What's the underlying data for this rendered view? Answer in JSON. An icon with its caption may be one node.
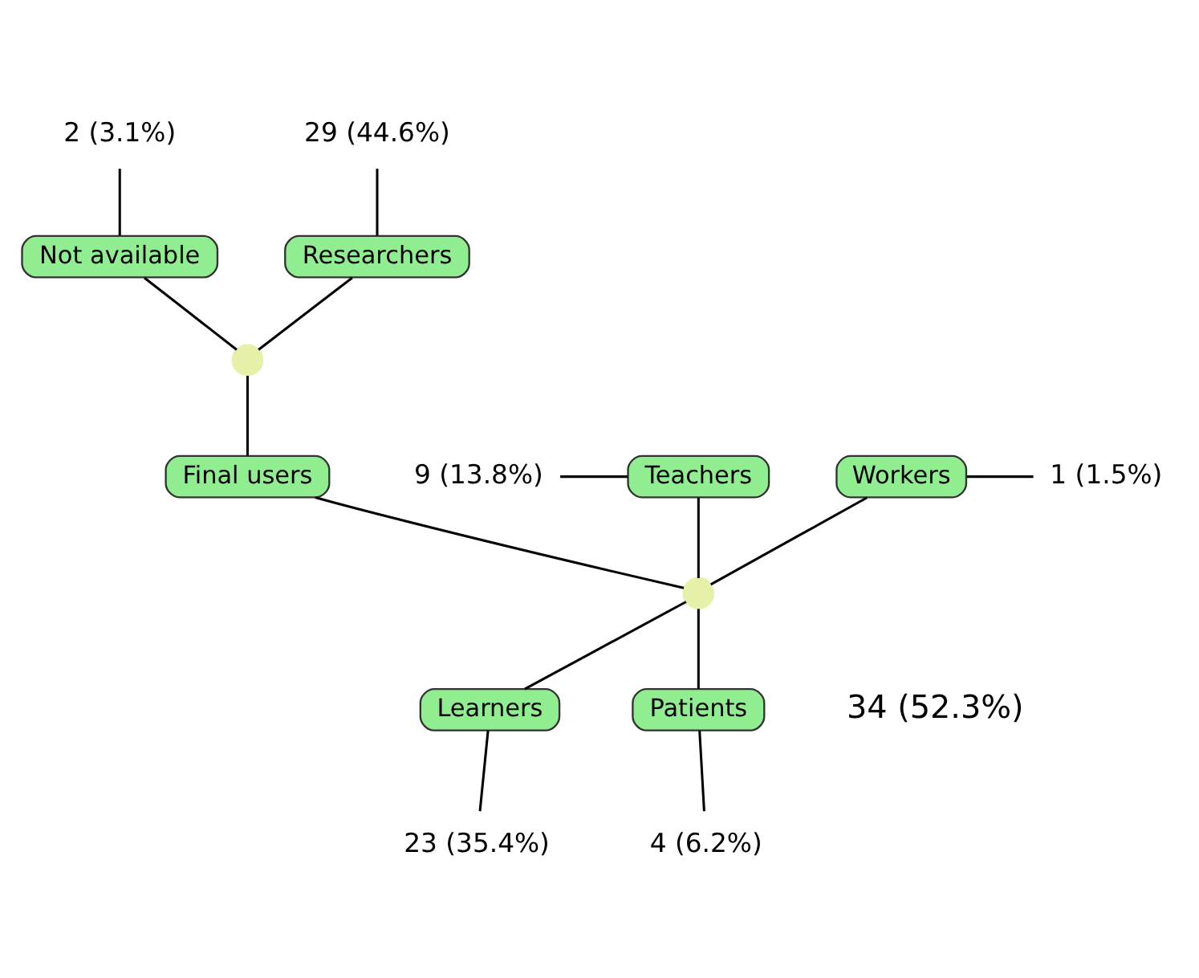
{
  "diagram": {
    "nodes": [
      {
        "text": [
          "2 (3.1%)"
        ]
      },
      {
        "text": [
          "29 (44.6%)"
        ]
      },
      {
        "text": [
          "Not available"
        ]
      },
      {
        "text": [
          "Researchers"
        ]
      },
      {
        "text": [],
        "shape": "circle"
      },
      {
        "text": [
          "9 (13.8%)"
        ]
      },
      {
        "text": [
          "Teachers"
        ]
      },
      {
        "text": [
          "Workers"
        ]
      },
      {
        "text": [
          "1 (1.5%)"
        ]
      },
      {
        "text": [
          "Final users"
        ]
      },
      {
        "text": [],
        "shape": "circle"
      },
      {
        "text": [
          "Learners"
        ]
      },
      {
        "text": [
          "Patients"
        ]
      },
      {
        "text": [
          "23 (35.4%)"
        ]
      },
      {
        "text": [
          "4 (6.2%)"
        ]
      }
    ],
    "edges": [
      {
        "from": 0,
        "to": 2,
        "arrow": "none"
      },
      {
        "from": 1,
        "to": 3,
        "arrow": "none"
      },
      {
        "from": 2,
        "to": 4,
        "arrow": "none"
      },
      {
        "from": 3,
        "to": 4,
        "arrow": "none"
      },
      {
        "from": 4,
        "to": 9,
        "arrow": "none"
      },
      {
        "from": 5,
        "to": 6,
        "arrow": "none"
      },
      {
        "from": 7,
        "to": 8,
        "arrow": "none"
      },
      {
        "from": 9,
        "to": 10,
        "arrow": "none"
      },
      {
        "from": 6,
        "to": 10,
        "arrow": "none"
      },
      {
        "from": 7,
        "to": 10,
        "arrow": "none"
      },
      {
        "from": 10,
        "to": 11,
        "arrow": "none"
      },
      {
        "from": 10,
        "to": 12,
        "arrow": "none"
      },
      {
        "from": 11,
        "to": 13,
        "arrow": "none"
      },
      {
        "from": 12,
        "to": 14,
        "arrow": "none"
      }
    ],
    "labels": [
      "34 (52.3%)"
    ]
  }
}
